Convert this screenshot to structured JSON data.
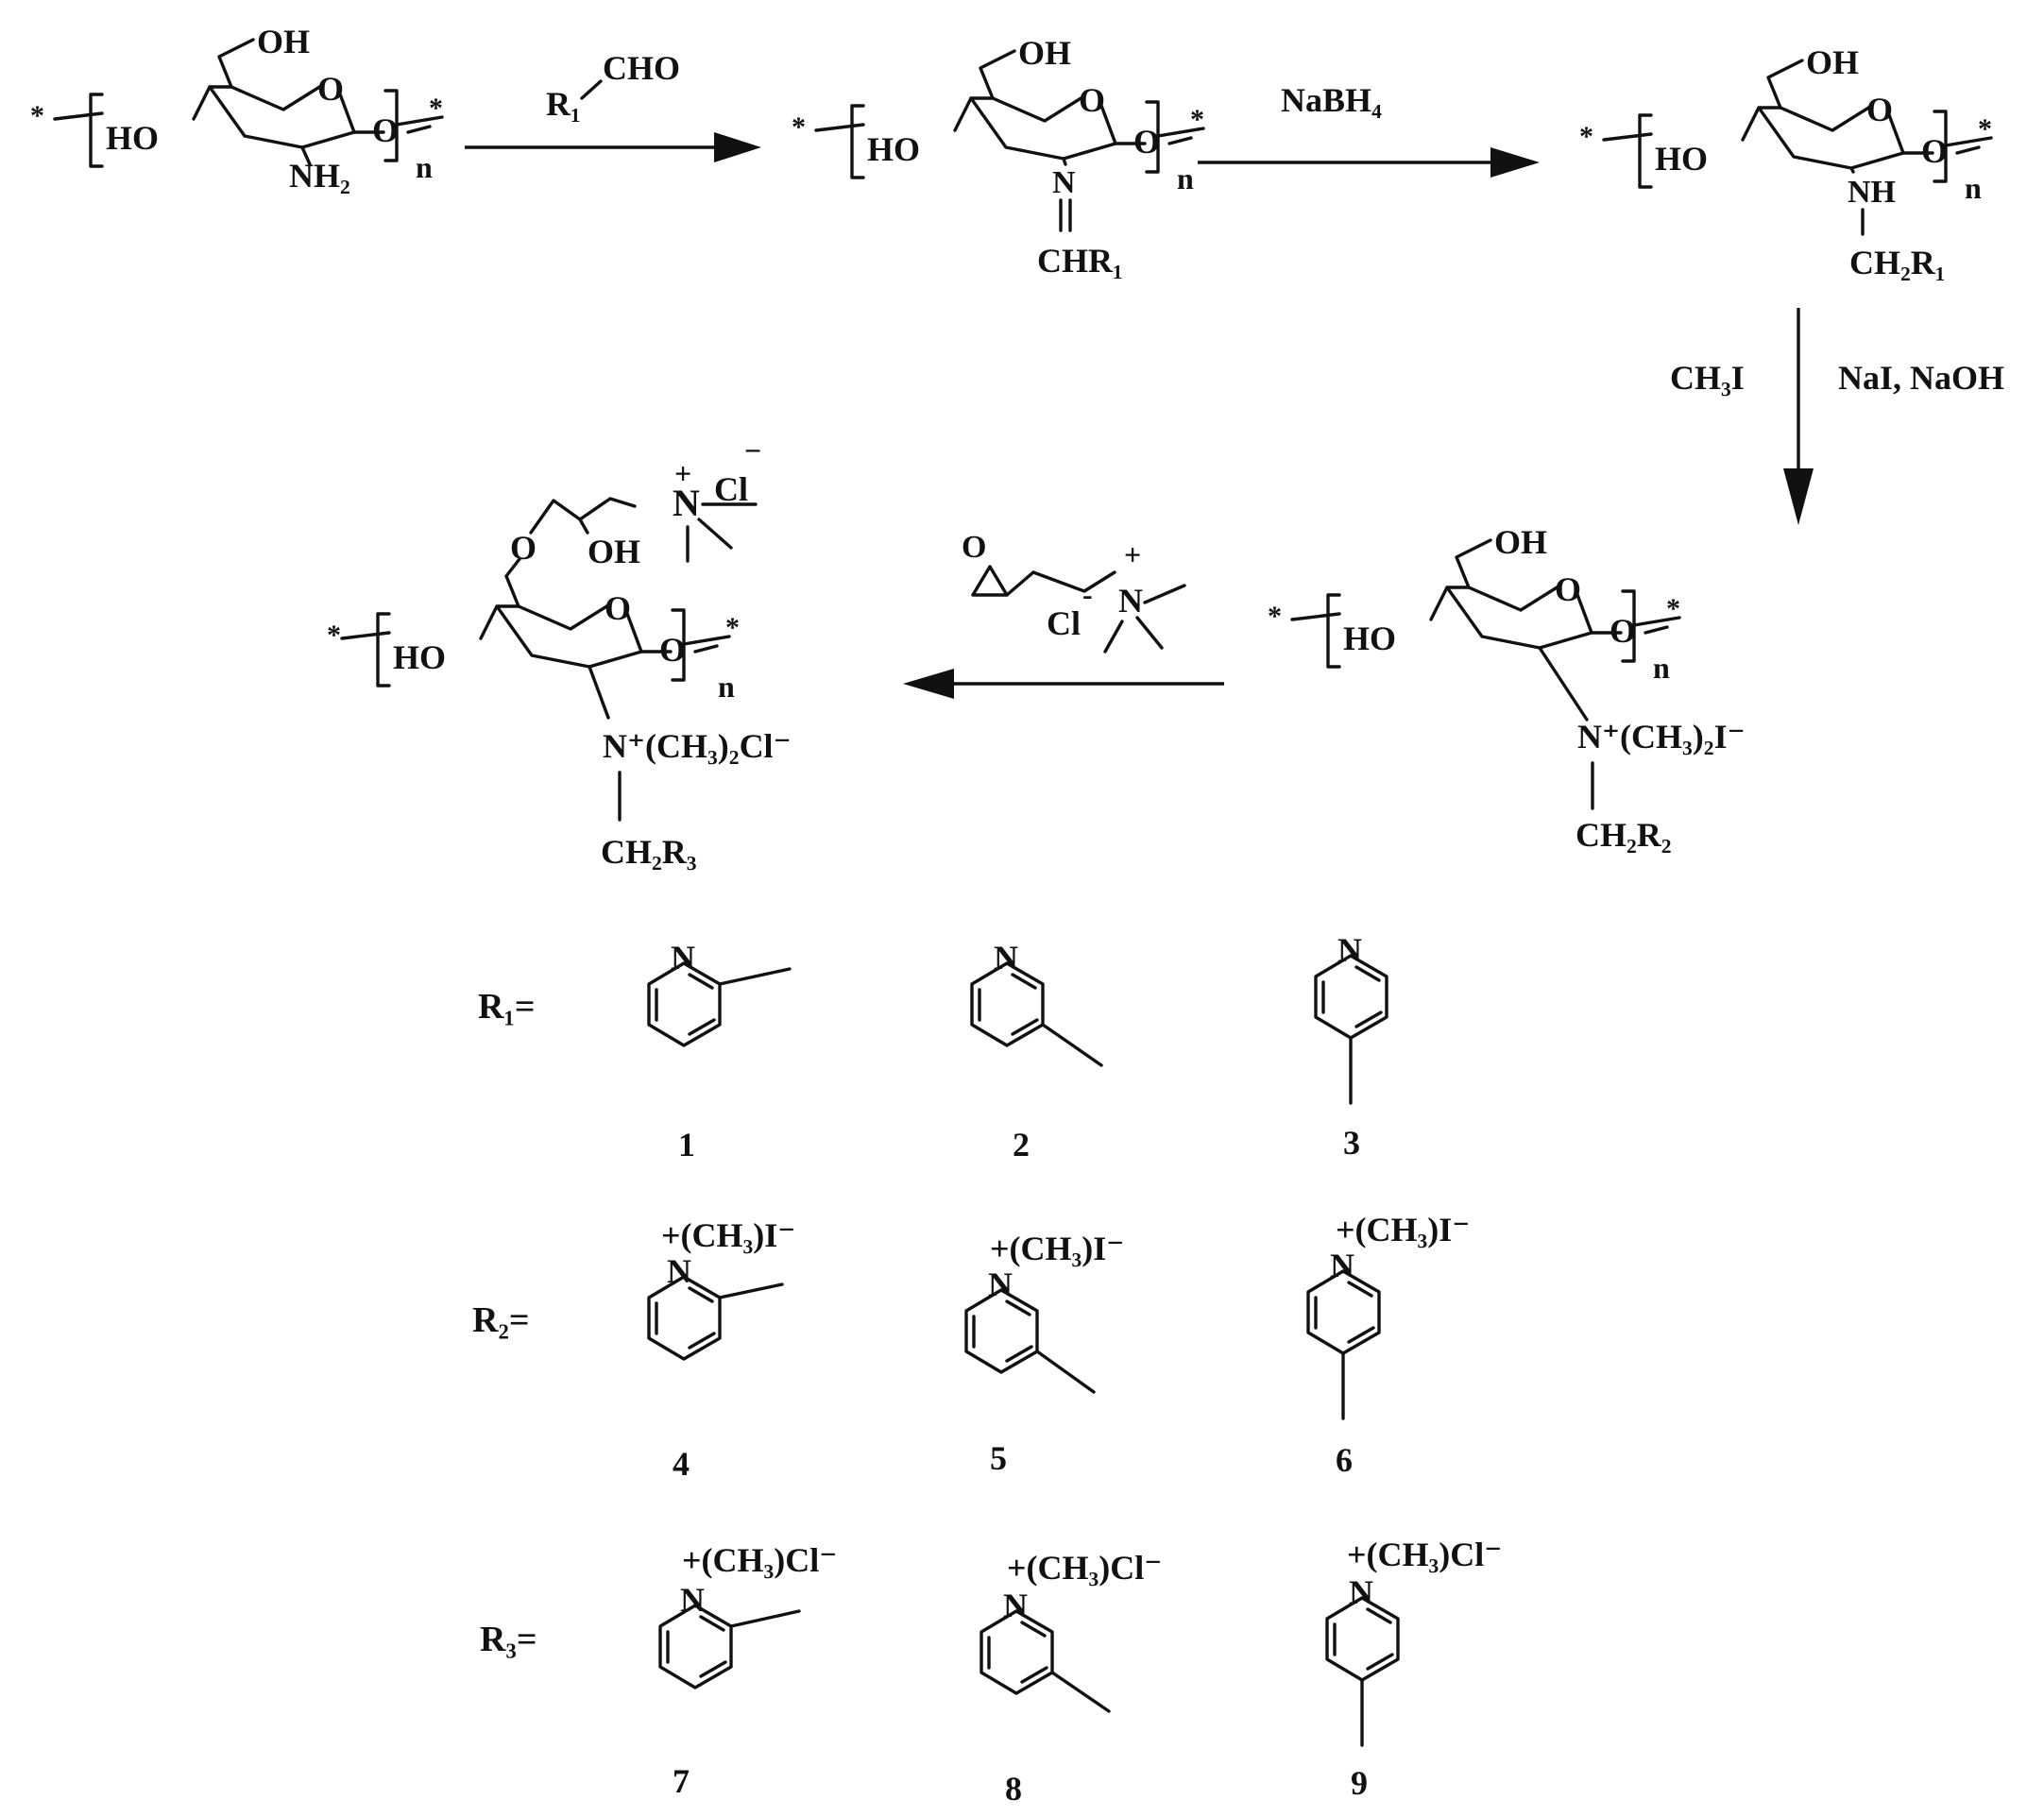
{
  "labels": {
    "oh": "OH",
    "ho": "HO",
    "ring_o": "O",
    "glyco_o": "O",
    "nh2": "NH₂",
    "n": "N",
    "nh": "NH",
    "chr1": "CHR₁",
    "ch2r1": "CH₂R₁",
    "ch2r2": "CH₂R₂",
    "ch2r3": "CH₂R₃",
    "quat_i": "N⁺(CH₃)₂I⁻",
    "quat_cl": "N⁺(CH₃)₂Cl⁻",
    "star": "*",
    "sub_n": "n",
    "side_o": "O",
    "side_oh": "OH",
    "side_plus": "+",
    "side_cl": "Cl",
    "side_minus": "−",
    "side_n": "N"
  },
  "reagents": {
    "aldehyde_r": "R₁",
    "aldehyde_cho": "CHO",
    "nabh4": "NaBH₄",
    "ch3i": "CH₃I",
    "nai_naoh": "NaI, NaOH",
    "epoxide_o": "O",
    "epoxide_cl": "Cl",
    "epoxide_minus": "-",
    "epoxide_plus": "+",
    "epoxide_n": "N"
  },
  "substituents": {
    "r1_label": "R₁=",
    "r2_label": "R₂=",
    "r3_label": "R₃=",
    "pyridine_n": "N",
    "r2_charge": "+(CH₃)I⁻",
    "r3_charge": "+(CH₃)Cl⁻",
    "numbers": [
      "1",
      "2",
      "3",
      "4",
      "5",
      "6",
      "7",
      "8",
      "9"
    ]
  }
}
